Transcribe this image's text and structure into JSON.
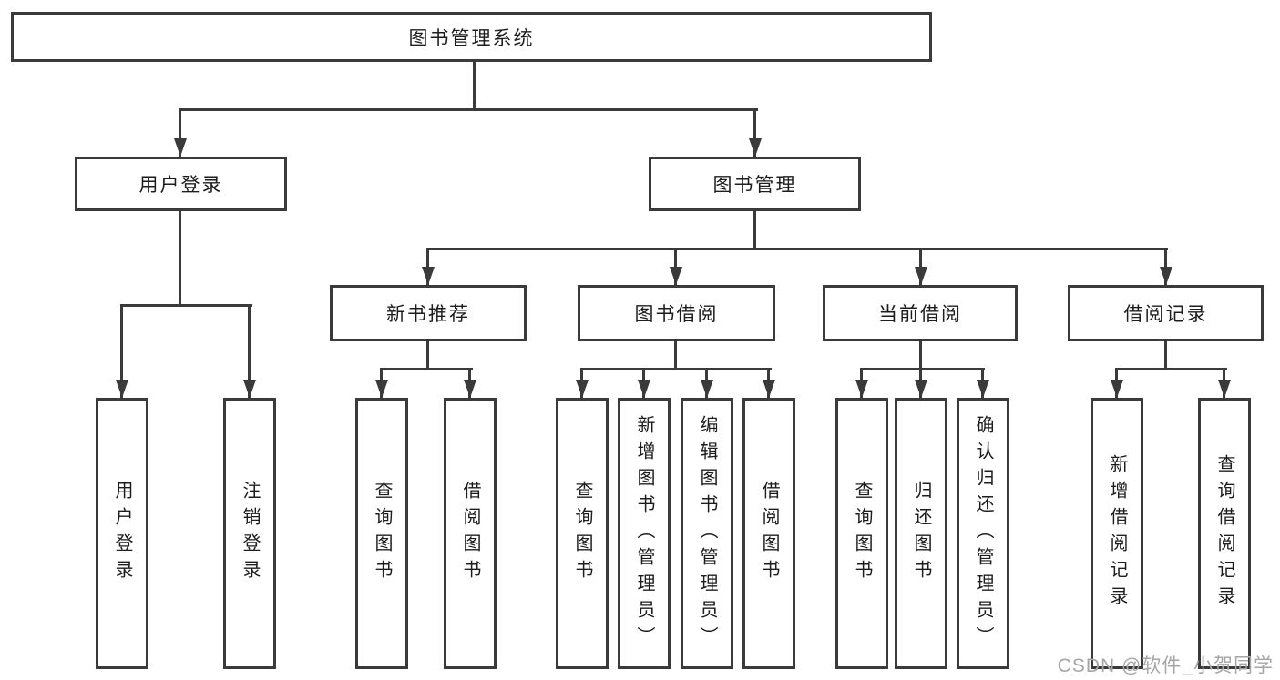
{
  "diagram": {
    "title": "图书管理系统",
    "type": "function-structure-tree",
    "tree": {
      "图书管理系统": {
        "用户登录": [
          "用户登录",
          "注销登录"
        ],
        "图书管理": {
          "新书推荐": [
            "查询图书",
            "借阅图书"
          ],
          "图书借阅": [
            "查询图书",
            "新增图书（管理员）",
            "编辑图书（管理员）",
            "借阅图书"
          ],
          "当前借阅": [
            "查询图书",
            "归还图书",
            "确认归还（管理员）"
          ],
          "借阅记录": [
            "新增借阅记录",
            "查询借阅记录"
          ]
        }
      }
    }
  },
  "nodes": {
    "root": {
      "label": "图书管理系统"
    },
    "user_login": {
      "label": "用户登录"
    },
    "book_mgmt": {
      "label": "图书管理"
    },
    "new_book_rec": {
      "label": "新书推荐"
    },
    "book_borrow": {
      "label": "图书借阅"
    },
    "current_borrow": {
      "label": "当前借阅"
    },
    "borrow_record": {
      "label": "借阅记录"
    },
    "ul_login": {
      "label": "用户登录"
    },
    "ul_logout": {
      "label": "注销登录"
    },
    "nb_query": {
      "label": "查询图书"
    },
    "nb_borrow": {
      "label": "借阅图书"
    },
    "bb_query": {
      "label": "查询图书"
    },
    "bb_add": {
      "label": "新增图书（管理员）"
    },
    "bb_edit": {
      "label": "编辑图书（管理员）"
    },
    "bb_borrow": {
      "label": "借阅图书"
    },
    "cb_query": {
      "label": "查询图书"
    },
    "cb_return": {
      "label": "归还图书"
    },
    "cb_confirm": {
      "label": "确认归还（管理员）"
    },
    "br_add": {
      "label": "新增借阅记录"
    },
    "br_query": {
      "label": "查询借阅记录"
    }
  },
  "watermark": {
    "text": "CSDN @软件_小贺同学"
  },
  "colors": {
    "line": "#3a3a3a",
    "text": "#1d1d1d",
    "background": "#ffffff",
    "watermark": "#a6a6a6"
  }
}
